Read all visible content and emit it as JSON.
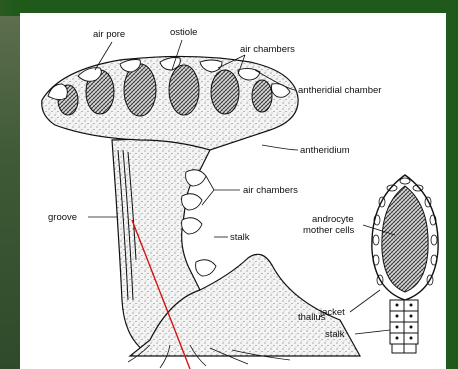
{
  "colors": {
    "background": "#1f5a1a",
    "panel": "#ffffff",
    "line": "#111111",
    "pointer": "#d41414"
  },
  "labels": {
    "air_pore": "air pore",
    "ostiole": "ostiole",
    "air_chambers_top": "air chambers",
    "antheridial_chamber": "antheridial chamber",
    "antheridium": "antheridium",
    "air_chambers_mid": "air chambers",
    "groove": "groove",
    "stalk_mid": "stalk",
    "thallus": "thallus",
    "androcyte_line1": "androcyte",
    "androcyte_line2": "mother cells",
    "jacket": "jacket",
    "stalk_right": "stalk"
  }
}
